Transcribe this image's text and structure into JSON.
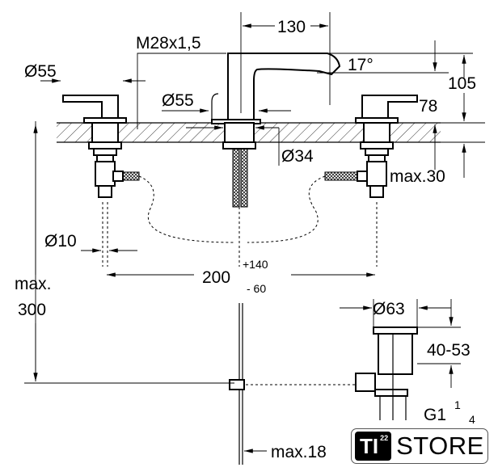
{
  "dimensions": {
    "left_handle_diameter": "Ø55",
    "thread": "M28x1,5",
    "spout_reach": "130",
    "spout_angle": "17°",
    "center_diameter": "Ø55",
    "spout_height": "78",
    "total_height": "105",
    "hole_diameter": "Ø34",
    "max_thickness": "max.30",
    "pipe_diameter": "Ø10",
    "spacing": "200",
    "spacing_plus": "+140",
    "spacing_minus": "- 60",
    "max_label": "max.",
    "max_depth": "300",
    "drain_diameter": "Ø63",
    "drain_range": "40-53",
    "drain_thread": "G1",
    "drain_thread_fraction_num": "1",
    "drain_thread_fraction_den": "4",
    "max_bottom": "max.18"
  },
  "logo": {
    "mark": "TI",
    "superscript": "22",
    "name": "STORE"
  }
}
